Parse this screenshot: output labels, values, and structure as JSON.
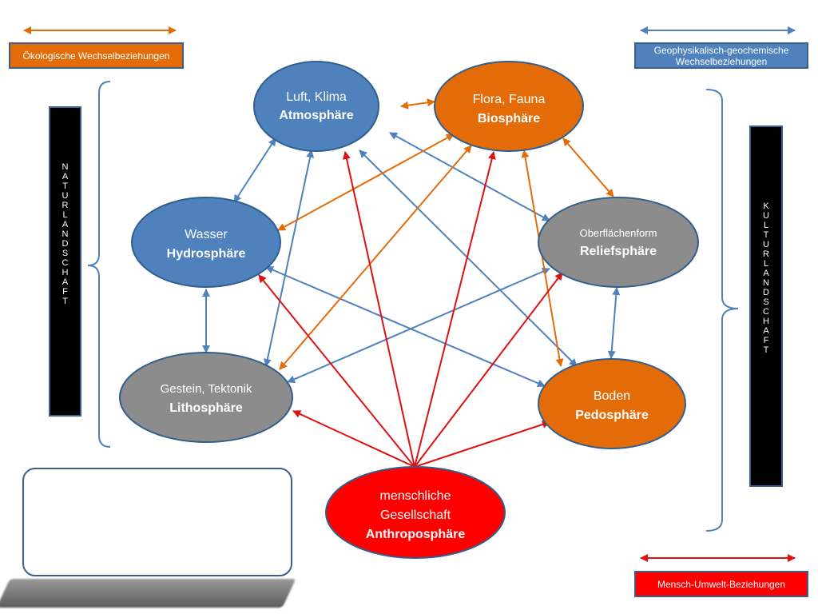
{
  "legend": {
    "ecological": "Ökologische Wechselbeziehungen",
    "geophysical_line1": "Geophysikalisch-geochemische",
    "geophysical_line2": "Wechselbeziehungen",
    "human_environment": "Mensch-Umwelt-Beziehungen"
  },
  "bars": {
    "naturlandschaft": [
      "N",
      "A",
      "T",
      "U",
      "R",
      "L",
      "A",
      "N",
      "D",
      "S",
      "C",
      "H",
      "A",
      "F",
      "T"
    ],
    "kulturlandschaft": [
      "K",
      "U",
      "L",
      "T",
      "U",
      "R",
      "L",
      "A",
      "N",
      "D",
      "S",
      "C",
      "H",
      "A",
      "F",
      "T"
    ]
  },
  "spheres": {
    "atmosphere": {
      "line1": "Luft, Klima",
      "line2": "Atmosphäre"
    },
    "biosphere": {
      "line1": "Flora, Fauna",
      "line2": "Biosphäre"
    },
    "hydrosphere": {
      "line1": "Wasser",
      "line2": "Hydrosphäre"
    },
    "reliefsphere": {
      "line1": "Oberflächenform",
      "line2": "Reliefsphäre"
    },
    "lithosphere": {
      "line1": "Gestein, Tektonik",
      "line2": "Lithosphäre"
    },
    "pedosphere": {
      "line1": "Boden",
      "line2": "Pedosphäre"
    },
    "anthroposphere": {
      "line1": "menschliche",
      "line2": "Gesellschaft",
      "line3": "Anthroposphäre"
    }
  },
  "colors": {
    "blue": "#4f81bd",
    "orange": "#e36c09",
    "gray": "#8c8c8c",
    "red": "#ff0000",
    "dark_red": "#cc1111",
    "border": "#3a5f8f"
  }
}
